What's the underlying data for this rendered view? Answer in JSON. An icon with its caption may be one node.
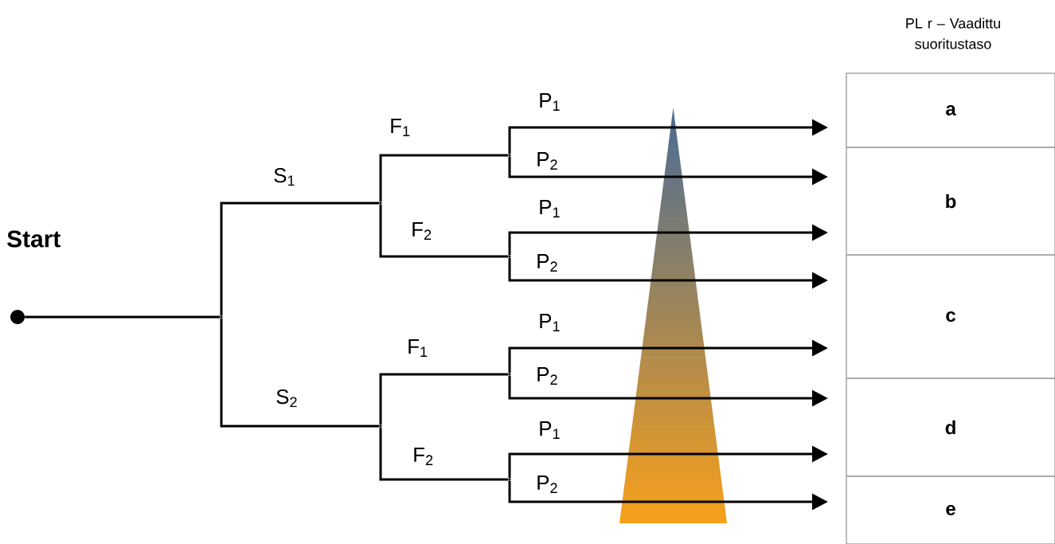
{
  "diagram": {
    "nodes": [
      {
        "text": [],
        "shape": "circle",
        "beside": [
          "Start"
        ]
      },
      {
        "text": [],
        "shape": "point"
      },
      {
        "text": [],
        "shape": "point"
      },
      {
        "text": [],
        "shape": "point"
      },
      {
        "text": [],
        "shape": "point"
      },
      {
        "text": [],
        "shape": "point"
      },
      {
        "text": [],
        "shape": "point"
      },
      {
        "text": [],
        "shape": "point"
      },
      {
        "text": [
          "a"
        ]
      },
      {
        "text": [
          "b"
        ]
      },
      {
        "text": [
          "c"
        ]
      },
      {
        "text": [
          "d"
        ]
      },
      {
        "text": [
          "e"
        ]
      }
    ],
    "edges": [
      {
        "from": 0,
        "to": 1,
        "arrow": "none"
      },
      {
        "from": 1,
        "to": 2,
        "arrow": "none",
        "label": "S$_{1}$"
      },
      {
        "from": 1,
        "to": 3,
        "arrow": "none",
        "label": "S$_{2}$"
      },
      {
        "from": 2,
        "to": 4,
        "arrow": "none",
        "label": "F$_{1}$"
      },
      {
        "from": 2,
        "to": 5,
        "arrow": "none",
        "label": "F$_{2}$"
      },
      {
        "from": 3,
        "to": 6,
        "arrow": "none",
        "label": "F$_{1}$"
      },
      {
        "from": 3,
        "to": 7,
        "arrow": "none",
        "label": "F$_{2}$"
      },
      {
        "from": 4,
        "to": null,
        "arrow": "to",
        "label": "P$_{1}$"
      },
      {
        "from": 4,
        "to": null,
        "arrow": "to",
        "label": "P$_{2}$"
      },
      {
        "from": 5,
        "to": null,
        "arrow": "to",
        "label": "P$_{1}$"
      },
      {
        "from": 5,
        "to": null,
        "arrow": "to",
        "label": "P$_{2}$"
      },
      {
        "from": 6,
        "to": null,
        "arrow": "to",
        "label": "P$_{1}$"
      },
      {
        "from": 6,
        "to": null,
        "arrow": "to",
        "label": "P$_{2}$"
      },
      {
        "from": 7,
        "to": null,
        "arrow": "to",
        "label": "P$_{1}$"
      },
      {
        "from": 7,
        "to": null,
        "arrow": "to",
        "label": "P$_{2}$"
      }
    ],
    "labels": [
      "PL r – Vaadittu suoritustaso"
    ]
  }
}
